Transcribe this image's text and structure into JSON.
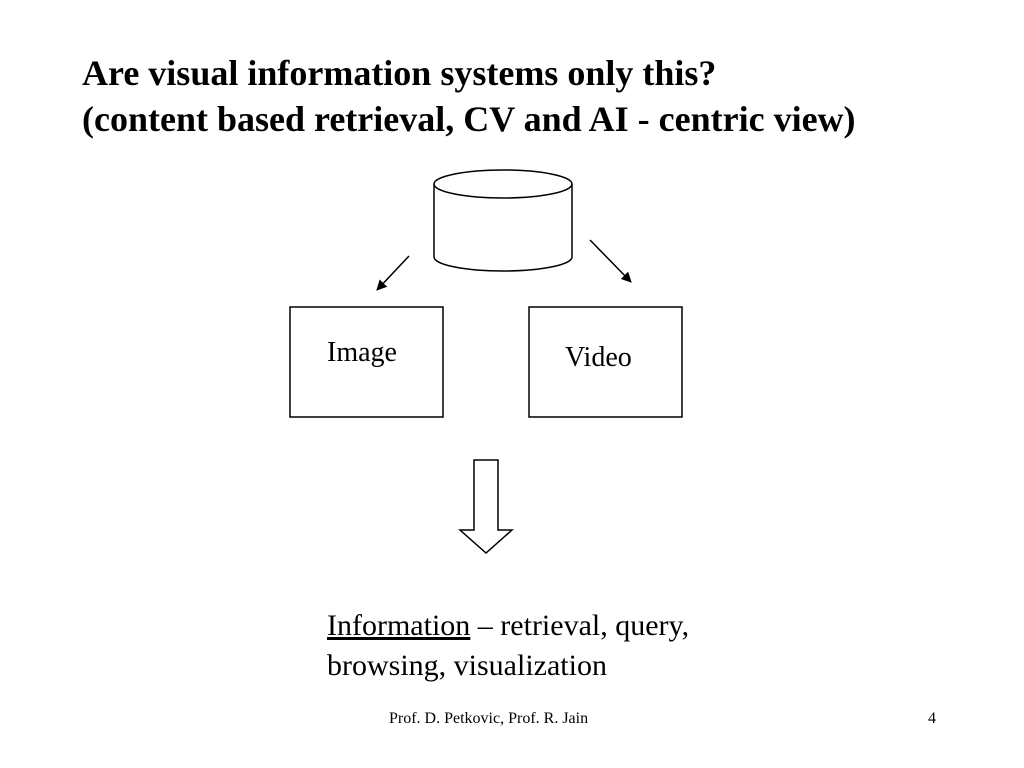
{
  "title": {
    "line1": "Are visual information systems only this?",
    "line2": "(content based retrieval, CV and AI - centric view)"
  },
  "diagram": {
    "image_label": "Image",
    "video_label": "Video"
  },
  "info": {
    "term": "Information",
    "line1_rest": " – retrieval, query,",
    "line2": "browsing, visualization"
  },
  "footer": {
    "credit": "Prof. D. Petkovic, Prof. R. Jain",
    "page_number": "4"
  },
  "colors": {
    "background": "#ffffff",
    "stroke": "#000000"
  }
}
